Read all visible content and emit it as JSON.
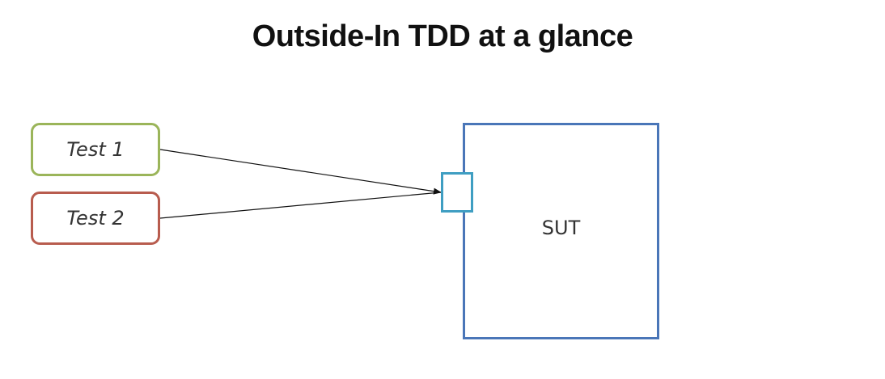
{
  "diagram": {
    "title": "Outside-In TDD at a glance",
    "tests": [
      {
        "label": "Test 1",
        "border_color": "#9bb55a"
      },
      {
        "label": "Test 2",
        "border_color": "#b85c4e"
      }
    ],
    "sut": {
      "label": "SUT",
      "border_color": "#4a76b8"
    },
    "port": {
      "border_color": "#3f9ec2"
    },
    "edges": [
      {
        "from": "Test 1",
        "to": "port"
      },
      {
        "from": "Test 2",
        "to": "port"
      }
    ]
  }
}
